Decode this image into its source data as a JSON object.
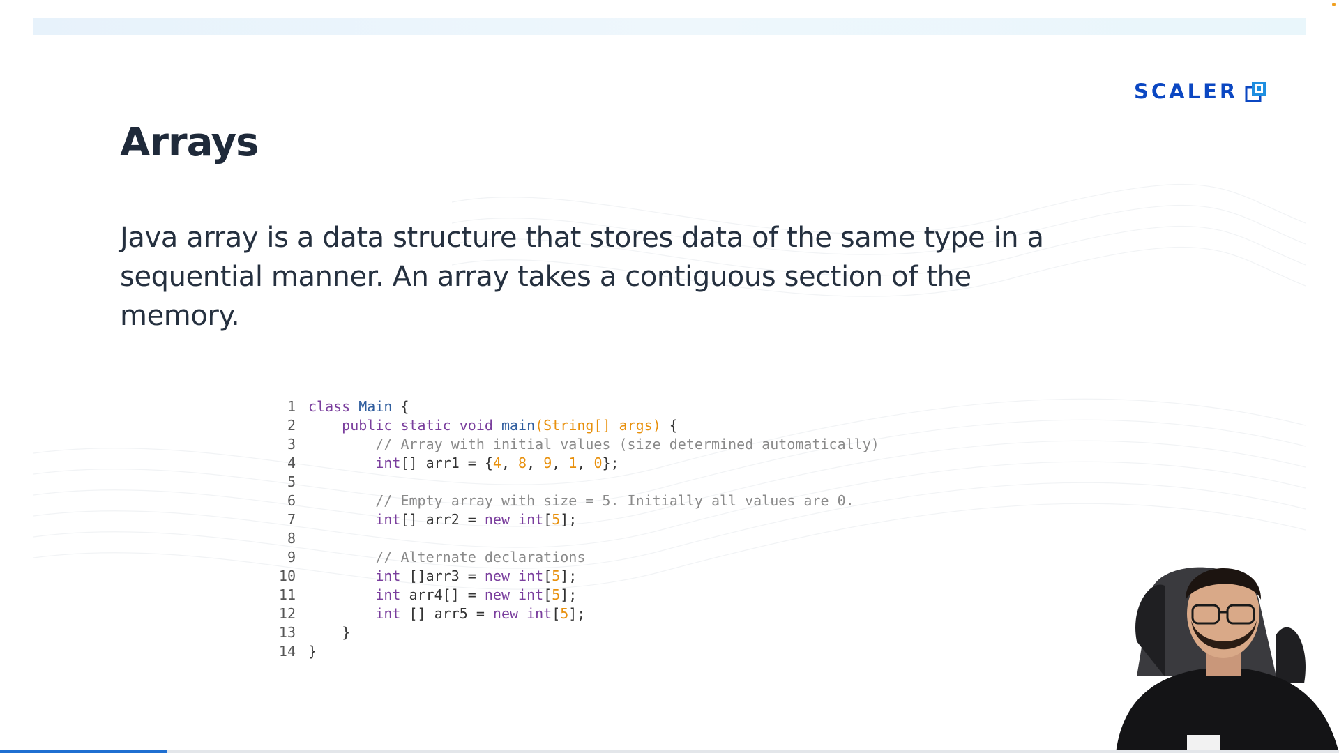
{
  "slide": {
    "brand": "SCALER",
    "title": "Arrays",
    "description": "Java array is a data structure that stores data of the same type in a sequential manner. An array takes a contiguous section of the memory."
  },
  "colors": {
    "brand": "#0b47c2",
    "title": "#1f2a3a",
    "keyword": "#7a3e9d",
    "function": "#2f5d9e",
    "number": "#e8900c",
    "comment": "#8a8a8a",
    "progress": "#1f6fd1"
  },
  "icons": {
    "logo": "scaler-cube-icon"
  },
  "code": {
    "language": "java",
    "lines": [
      {
        "num": "1",
        "tokens": [
          {
            "t": "kw",
            "v": "class "
          },
          {
            "t": "fn",
            "v": "Main"
          },
          {
            "t": "tx",
            "v": " {"
          }
        ]
      },
      {
        "num": "2",
        "tokens": [
          {
            "t": "tx",
            "v": "    "
          },
          {
            "t": "kw",
            "v": "public static void "
          },
          {
            "t": "fn",
            "v": "main"
          },
          {
            "t": "str",
            "v": "(String[] args)"
          },
          {
            "t": "tx",
            "v": " {"
          }
        ]
      },
      {
        "num": "3",
        "tokens": [
          {
            "t": "tx",
            "v": "        "
          },
          {
            "t": "cm",
            "v": "// Array with initial values (size determined automatically)"
          }
        ]
      },
      {
        "num": "4",
        "tokens": [
          {
            "t": "tx",
            "v": "        "
          },
          {
            "t": "ty",
            "v": "int"
          },
          {
            "t": "tx",
            "v": "[] arr1 = {"
          },
          {
            "t": "num",
            "v": "4"
          },
          {
            "t": "tx",
            "v": ", "
          },
          {
            "t": "num",
            "v": "8"
          },
          {
            "t": "tx",
            "v": ", "
          },
          {
            "t": "num",
            "v": "9"
          },
          {
            "t": "tx",
            "v": ", "
          },
          {
            "t": "num",
            "v": "1"
          },
          {
            "t": "tx",
            "v": ", "
          },
          {
            "t": "num",
            "v": "0"
          },
          {
            "t": "tx",
            "v": "};"
          }
        ]
      },
      {
        "num": "5",
        "tokens": []
      },
      {
        "num": "6",
        "tokens": [
          {
            "t": "tx",
            "v": "        "
          },
          {
            "t": "cm",
            "v": "// Empty array with size = 5. Initially all values are 0."
          }
        ]
      },
      {
        "num": "7",
        "tokens": [
          {
            "t": "tx",
            "v": "        "
          },
          {
            "t": "ty",
            "v": "int"
          },
          {
            "t": "tx",
            "v": "[] arr2 = "
          },
          {
            "t": "kw",
            "v": "new int"
          },
          {
            "t": "tx",
            "v": "["
          },
          {
            "t": "num",
            "v": "5"
          },
          {
            "t": "tx",
            "v": "];"
          }
        ]
      },
      {
        "num": "8",
        "tokens": []
      },
      {
        "num": "9",
        "tokens": [
          {
            "t": "tx",
            "v": "        "
          },
          {
            "t": "cm",
            "v": "// Alternate declarations"
          }
        ]
      },
      {
        "num": "10",
        "tokens": [
          {
            "t": "tx",
            "v": "        "
          },
          {
            "t": "ty",
            "v": "int"
          },
          {
            "t": "tx",
            "v": " []arr3 = "
          },
          {
            "t": "kw",
            "v": "new int"
          },
          {
            "t": "tx",
            "v": "["
          },
          {
            "t": "num",
            "v": "5"
          },
          {
            "t": "tx",
            "v": "];"
          }
        ]
      },
      {
        "num": "11",
        "tokens": [
          {
            "t": "tx",
            "v": "        "
          },
          {
            "t": "ty",
            "v": "int"
          },
          {
            "t": "tx",
            "v": " arr4[] = "
          },
          {
            "t": "kw",
            "v": "new int"
          },
          {
            "t": "tx",
            "v": "["
          },
          {
            "t": "num",
            "v": "5"
          },
          {
            "t": "tx",
            "v": "];"
          }
        ]
      },
      {
        "num": "12",
        "tokens": [
          {
            "t": "tx",
            "v": "        "
          },
          {
            "t": "ty",
            "v": "int"
          },
          {
            "t": "tx",
            "v": " [] arr5 = "
          },
          {
            "t": "kw",
            "v": "new int"
          },
          {
            "t": "tx",
            "v": "["
          },
          {
            "t": "num",
            "v": "5"
          },
          {
            "t": "tx",
            "v": "];"
          }
        ]
      },
      {
        "num": "13",
        "tokens": [
          {
            "t": "tx",
            "v": "    }"
          }
        ]
      },
      {
        "num": "14",
        "tokens": [
          {
            "t": "tx",
            "v": "}"
          }
        ]
      }
    ]
  },
  "player": {
    "progress_fraction": 0.125
  }
}
